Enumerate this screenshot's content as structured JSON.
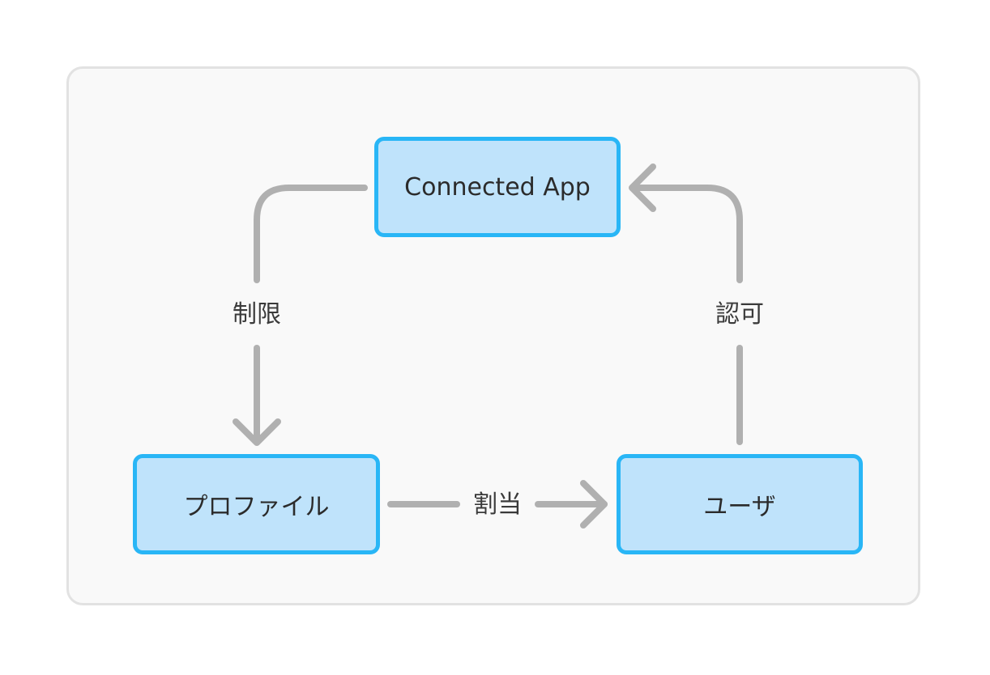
{
  "diagram": {
    "nodes": {
      "connected_app": "Connected App",
      "profile": "プロファイル",
      "user": "ユーザ"
    },
    "edges": {
      "restrict": "制限",
      "assign": "割当",
      "authorize": "認可"
    },
    "colors": {
      "panel_background": "#f9f9f9",
      "panel_border": "#e2e2e2",
      "node_fill": "#bfe3fb",
      "node_border": "#29b6f6",
      "connector": "#b0b0b0",
      "text": "#2b2b2b"
    }
  }
}
